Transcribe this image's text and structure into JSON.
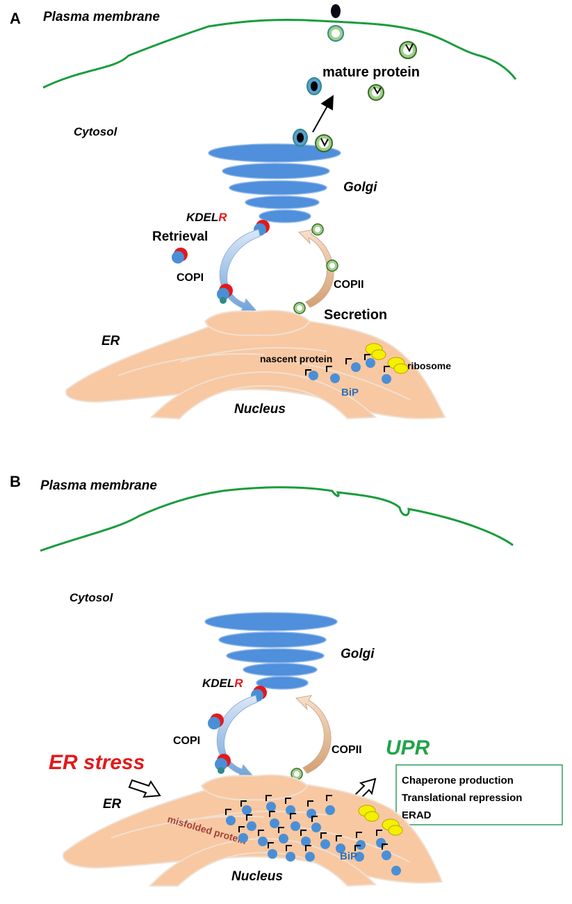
{
  "panel_a": {
    "letter": "A",
    "plasma_membrane": "Plasma membrane",
    "mature_protein": "mature protein",
    "cytosol": "Cytosol",
    "golgi": "Golgi",
    "kdel_prefix": "KDEL",
    "kdel_suffix": "R",
    "retrieval": "Retrieval",
    "copi": "COPI",
    "copii": "COPII",
    "secretion": "Secretion",
    "er": "ER",
    "nascent_protein": "nascent protein",
    "ribosome": "ribosome",
    "bip": "BiP",
    "nucleus": "Nucleus"
  },
  "panel_b": {
    "letter": "B",
    "plasma_membrane": "Plasma membrane",
    "cytosol": "Cytosol",
    "golgi": "Golgi",
    "kdel_prefix": "KDEL",
    "kdel_suffix": "R",
    "copi": "COPI",
    "copii": "COPII",
    "er_stress": "ER stress",
    "upr": "UPR",
    "upr_items": [
      "Chaperone production",
      "Translational repression",
      "ERAD"
    ],
    "er": "ER",
    "misfolded_protein": "misfolded protein",
    "bip": "BiP",
    "nucleus": "Nucleus"
  },
  "colors": {
    "membrane": "#1a9c3c",
    "golgi": "#4f8fdb",
    "er": "#f8c8a2",
    "kdel_red": "#e3191b",
    "er_stress_red": "#e3191b",
    "upr_green": "#22a34a",
    "bip_blue": "#2e6fb5",
    "misfolded_text": "#a0453a",
    "ribosome": "#f4f000"
  }
}
